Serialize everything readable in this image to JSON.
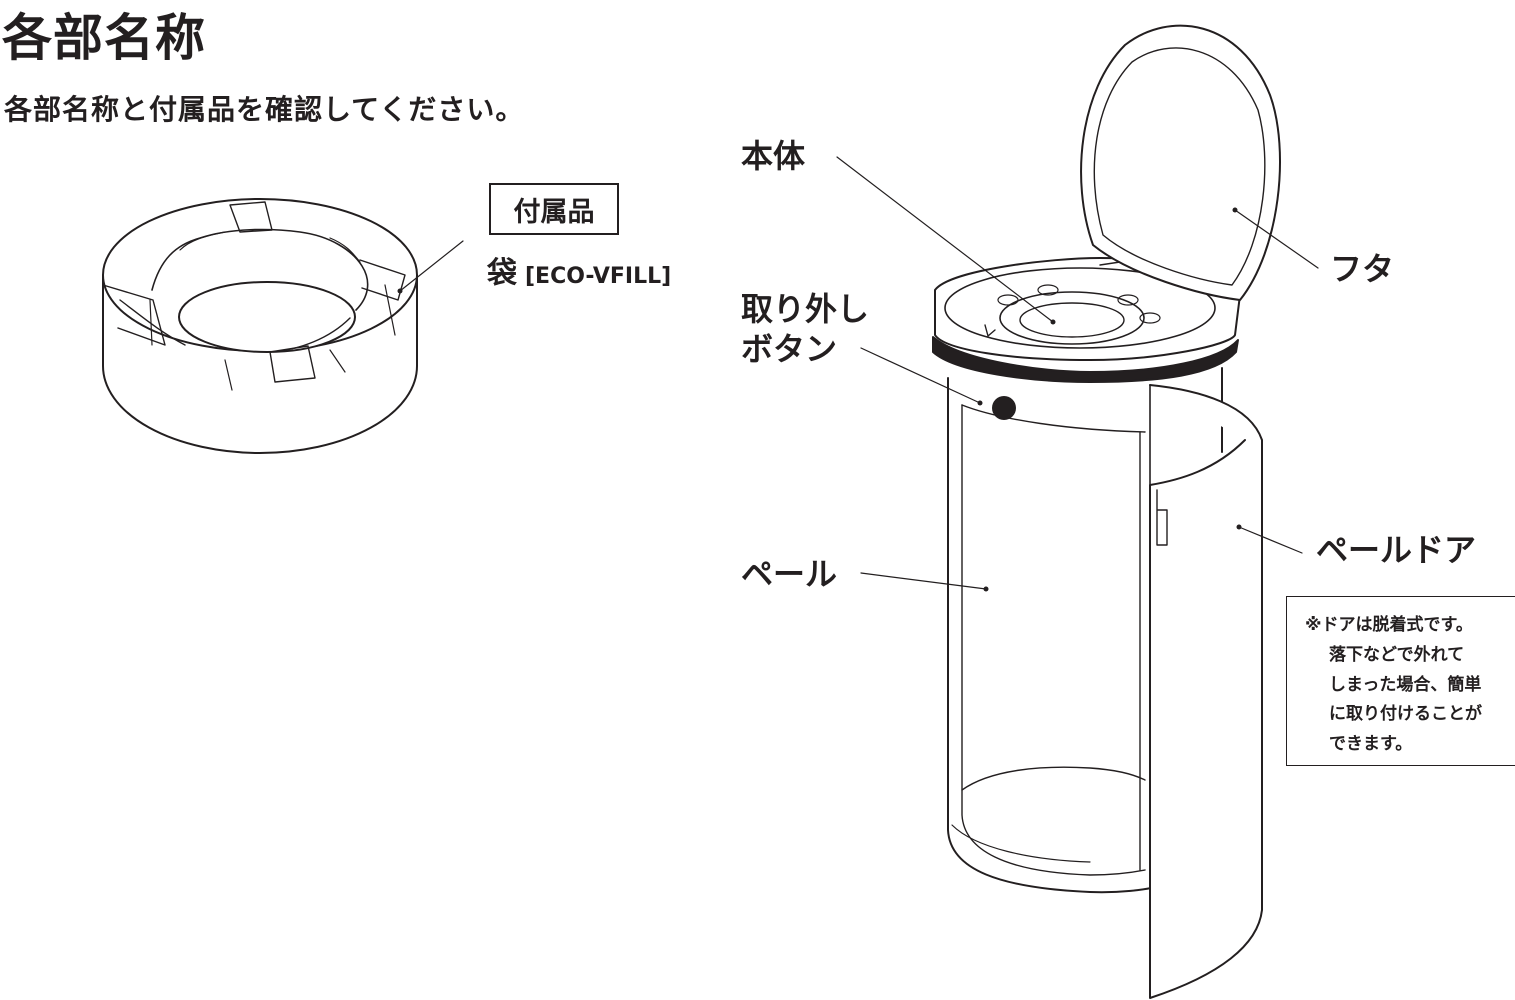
{
  "heading": {
    "title": "各部名称",
    "subtitle": "各部名称と付属品を確認してください。"
  },
  "accessory": {
    "box_label": "付属品",
    "item_name": "袋",
    "item_model": "[ECO-VFILL]"
  },
  "parts": {
    "body": "本体",
    "lid": "フタ",
    "release_button_line1": "取り外し",
    "release_button_line2": "ボタン",
    "pail": "ペール",
    "pail_door": "ペールドア"
  },
  "note": {
    "line1": "※ドアは脱着式です。",
    "line2": "落下などで外れて",
    "line3": "しまった場合、簡単",
    "line4": "に取り付けることが",
    "line5": "できます。"
  }
}
